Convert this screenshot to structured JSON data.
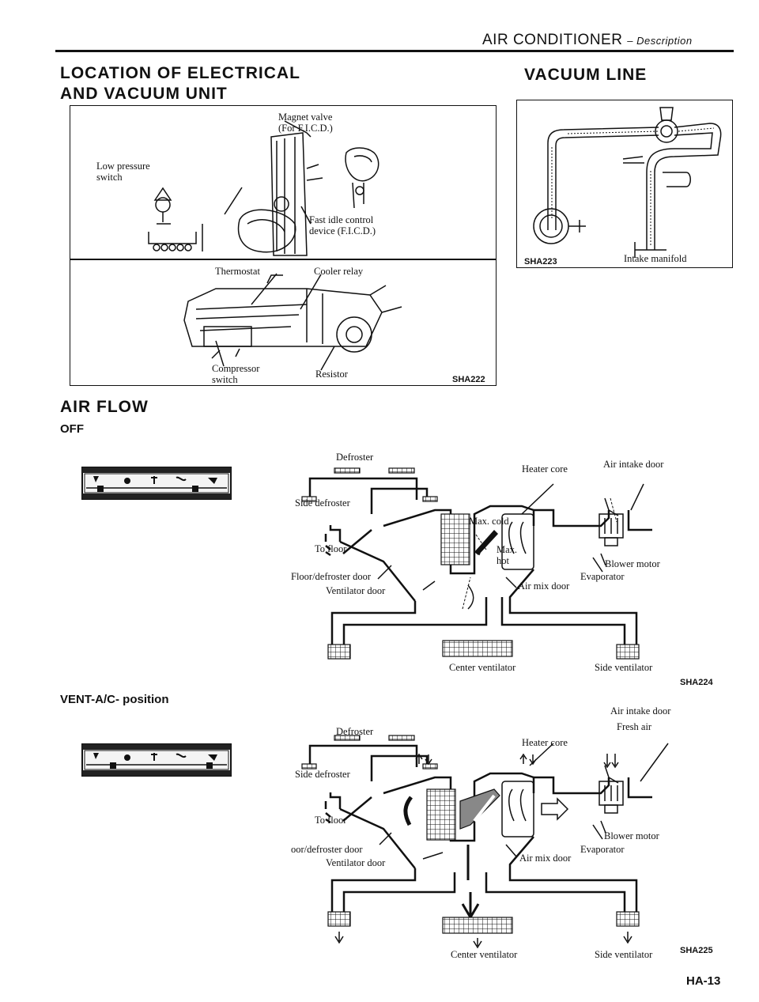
{
  "header": {
    "title": "AIR CONDITIONER",
    "subtitle": "– Description"
  },
  "sections": {
    "location_title_line1": "LOCATION OF ELECTRICAL",
    "location_title_line2": "AND VACUUM UNIT",
    "vacuum_title": "VACUUM LINE",
    "airflow_title": "AIR FLOW",
    "off_label": "OFF",
    "vent_label": "VENT-A/C- position"
  },
  "location_figure": {
    "labels": {
      "magnet_valve": "Magnet valve",
      "for_ficd": "(For F.I.C.D.)",
      "low_pressure": "Low pressure",
      "switch": "switch",
      "fast_idle": "Fast idle control",
      "device": "device (F.I.C.D.)",
      "thermostat": "Thermostat",
      "cooler_relay": "Cooler relay",
      "compressor": "Compressor",
      "compressor_switch": "switch",
      "resistor": "Resistor"
    },
    "code": "SHA222"
  },
  "vacuum_figure": {
    "code": "SHA223",
    "intake_manifold": "Intake manifold"
  },
  "off_diagram": {
    "defroster": "Defroster",
    "side_defroster": "Side defroster",
    "to_floor": "To floor",
    "floor_defroster_door": "Floor/defroster door",
    "ventilator_door": "Ventilator door",
    "heater_core": "Heater core",
    "max_cold": "Max. cold",
    "max_hot_1": "Max.",
    "max_hot_2": "hot",
    "air_intake_door": "Air intake door",
    "blower_motor": "Blower motor",
    "evaporator": "Evaporator",
    "air_mix_door": "Air mix door",
    "center_ventilator": "Center ventilator",
    "side_ventilator": "Side ventilator",
    "code": "SHA224"
  },
  "vent_diagram": {
    "defroster": "Defroster",
    "side_defroster": "Side defroster",
    "to_floor": "To floor",
    "floor_defroster_door": "oor/defroster door",
    "ventilator_door": "Ventilator door",
    "heater_core": "Heater core",
    "air_intake_door": "Air intake door",
    "fresh_air": "Fresh air",
    "blower_motor": "Blower motor",
    "evaporator": "Evaporator",
    "air_mix_door": "Air mix door",
    "center_ventilator": "Center ventilator",
    "side_ventilator": "Side ventilator",
    "code": "SHA225"
  },
  "footer": {
    "page_number": "HA-13"
  }
}
